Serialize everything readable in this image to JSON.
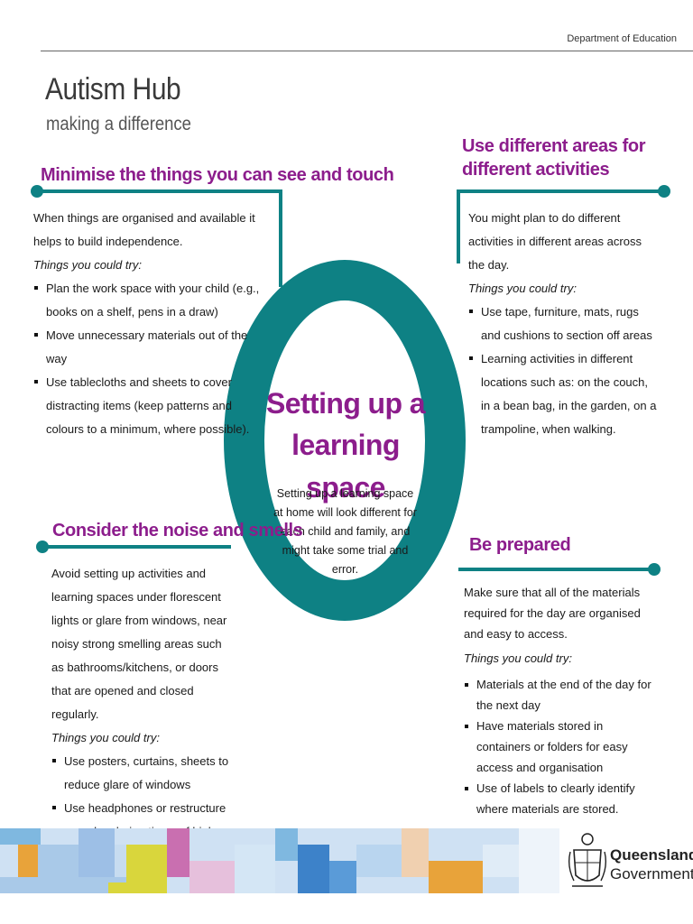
{
  "header": {
    "department": "Department of Education",
    "title": "Autism Hub",
    "subtitle": "making a difference"
  },
  "center": {
    "title_line1": "Setting up a",
    "title_line2": "learning space",
    "description": "Setting up a learning space at home will look different for each child and family, and might take some trial and error."
  },
  "sections": {
    "minimise": {
      "heading": "Minimise the things you can see and touch",
      "intro": "When things are organised and available it helps to build independence.",
      "try_label": "Things you could try:",
      "items": [
        "Plan the work space with your child (e.g., books on a shelf, pens in a draw)",
        "Move unnecessary materials out of the way",
        "Use tablecloths and sheets to cover distracting items (keep patterns and colours to a minimum, where possible)."
      ]
    },
    "areas": {
      "heading": "Use different areas for different activities",
      "intro": "You might plan to do different activities in different areas across the day.",
      "try_label": "Things you could try:",
      "items": [
        "Use tape, furniture, mats, rugs and cushions to section off areas",
        "Learning activities in different locations such as: on the couch, in a bean bag, in the garden, on a trampoline, when walking."
      ]
    },
    "noise": {
      "heading": "Consider the noise and smells",
      "intro": "Avoid setting up activities and learning spaces under florescent lights or glare from windows, near noisy strong smelling areas such as bathrooms/kitchens, or doors that are opened and closed regularly.",
      "try_label": "Things you could try:",
      "items": [
        "Use posters, curtains, sheets to reduce glare of windows",
        "Use headphones or restructure your day during times of high activity/noise."
      ]
    },
    "prepared": {
      "heading": "Be prepared",
      "intro": "Make sure that all of the materials required for the day are organised and easy to access.",
      "try_label": "Things you could try:",
      "items": [
        "Materials at the end of the day for the next day",
        "Have materials stored in containers or folders for easy access and organisation",
        "Use of labels to clearly identify where materials are stored."
      ]
    }
  },
  "footer": {
    "logo_line1": "Queensland",
    "logo_line2": "Government",
    "colors": [
      "#e8a33a",
      "#7fb8e0",
      "#d9d63c",
      "#c96fb0",
      "#3d82c9",
      "#f0d0b0",
      "#a9c9e8"
    ]
  }
}
